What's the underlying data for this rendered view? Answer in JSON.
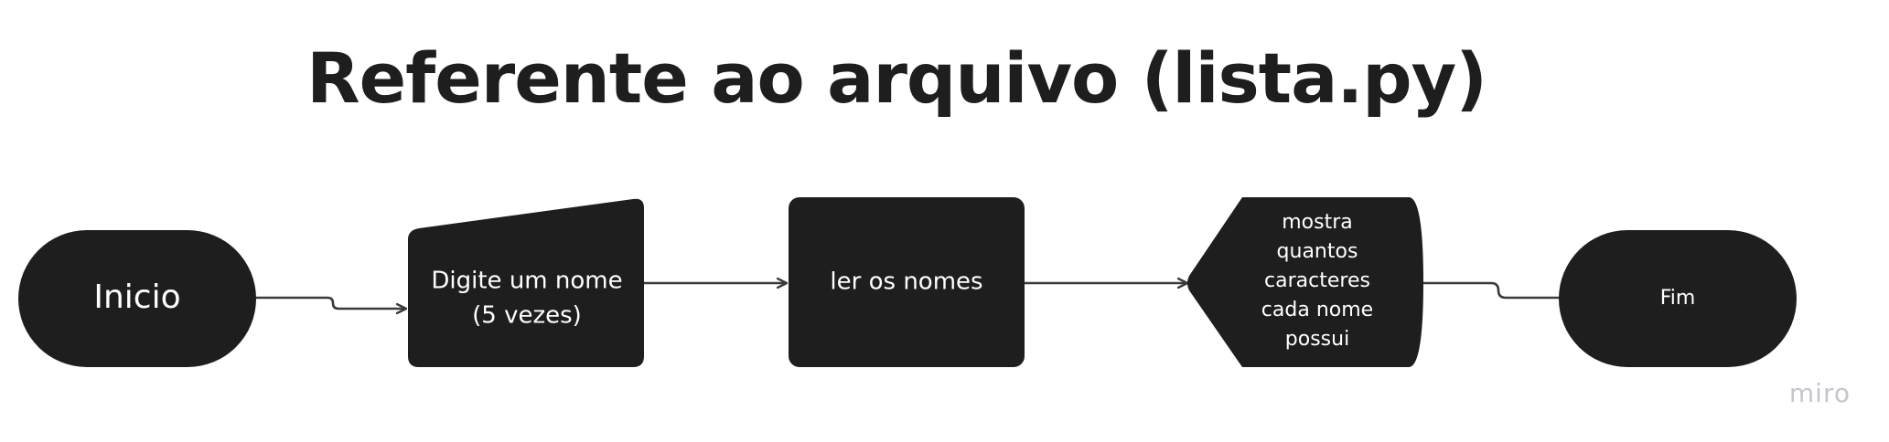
{
  "title": "Referente ao arquivo (lista.py)",
  "nodes": {
    "start": "Inicio",
    "input_line1": "Digite um nome",
    "input_line2": "(5 vezes)",
    "process": "ler os nomes",
    "display_line1": "mostra",
    "display_line2": "quantos",
    "display_line3": "caracteres",
    "display_line4": "cada nome",
    "display_line5": "possui",
    "end": "Fim"
  },
  "watermark": "miro",
  "colors": {
    "node_fill": "#1e1e1e",
    "node_text": "#ffffff",
    "connector": "#3a3a3a"
  }
}
